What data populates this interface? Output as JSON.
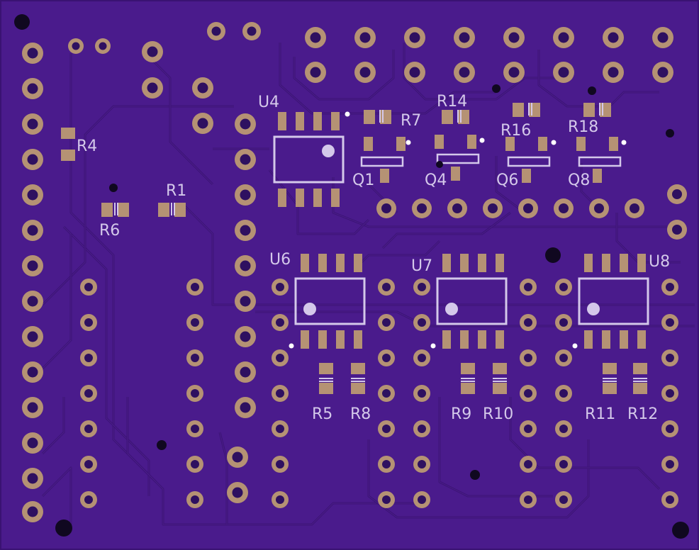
{
  "colors": {
    "board": "#4a1b8c",
    "board_edge": "#3a1272",
    "trace": "#3c1376",
    "trace_hi": "#5a2aa0",
    "pad_copper": "#b59274",
    "pad_hole": "#2e1060",
    "silk": "#d4c8ea",
    "via": "#100820"
  },
  "labels": {
    "U4": "U4",
    "U6": "U6",
    "U7": "U7",
    "U8": "U8",
    "R1": "R1",
    "R4": "R4",
    "R5": "R5",
    "R6": "R6",
    "R7": "R7",
    "R8": "R8",
    "R9": "R9",
    "R10": "R10",
    "R11": "R11",
    "R12": "R12",
    "R14": "R14",
    "R16": "R16",
    "R18": "R18",
    "Q1": "Q1",
    "Q4": "Q4",
    "Q6": "Q6",
    "Q8": "Q8"
  }
}
